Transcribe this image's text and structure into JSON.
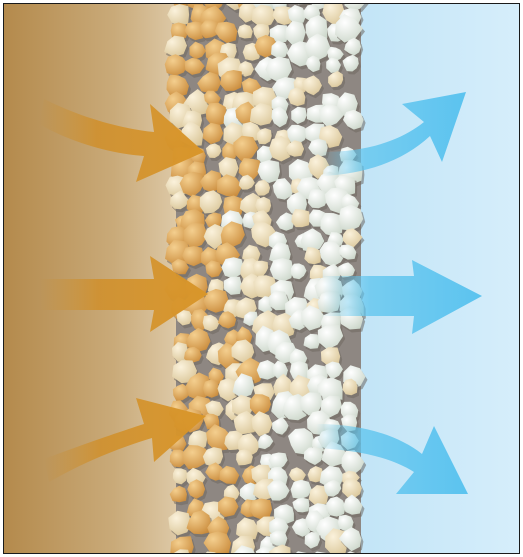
{
  "diagram": {
    "regions": [
      {
        "id": "left-zone",
        "description_color": "#b8955a"
      },
      {
        "id": "filter-layer",
        "description_color": "#9a9088"
      },
      {
        "id": "right-zone",
        "description_color": "#cfeaf9"
      }
    ],
    "arrows": {
      "incoming_color": "#d9962a",
      "outgoing_color": "#5cc4ee",
      "incoming": [
        {
          "id": "in-top"
        },
        {
          "id": "in-middle"
        },
        {
          "id": "in-bottom"
        }
      ],
      "outgoing": [
        {
          "id": "out-top"
        },
        {
          "id": "out-middle"
        },
        {
          "id": "out-bottom"
        }
      ]
    },
    "particle_colors": {
      "tan": "#e2b066",
      "light": "#f1e6c9",
      "white": "#e9efe6"
    }
  }
}
